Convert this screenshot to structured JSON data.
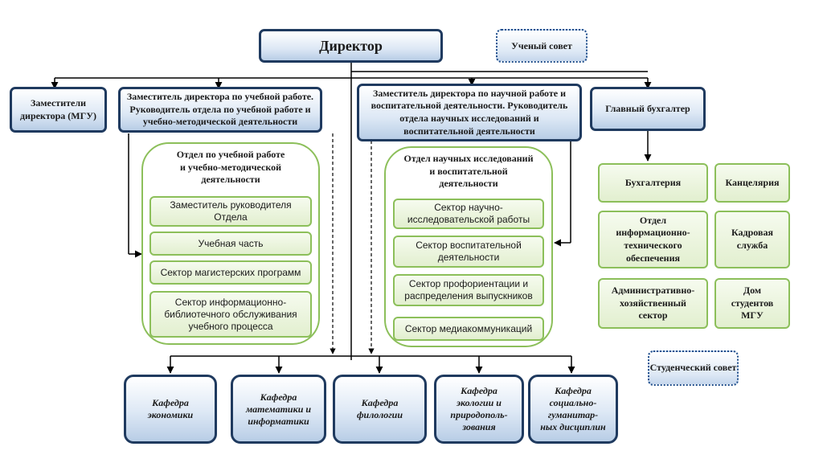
{
  "director": "Директор",
  "academic_council": "Ученый совет",
  "student_council": "Студенческий совет",
  "deputies": {
    "msu": "Заместители директора (МГУ)",
    "academic": "Заместитель директора по учебной работе. Руководитель отдела по учебной работе и учебно-методической деятельности",
    "research": "Заместитель директора по научной работе и воспитательной деятельности. Руководитель отдела научных исследований и воспитательной деятельности",
    "accountant": "Главный бухгалтер"
  },
  "academic_dept": {
    "title": "Отдел по учебной работе\nи учебно-методической\nдеятельности",
    "units": [
      "Заместитель руководителя\nОтдела",
      "Учебная часть",
      "Сектор магистерских программ",
      "Сектор информационно-\nбиблиотечного обслуживания\nучебного процесса"
    ]
  },
  "research_dept": {
    "title": "Отдел научных исследований\nи воспитательной\nдеятельности",
    "units": [
      "Сектор научно-\nисследовательской работы",
      "Сектор воспитательной\nдеятельности",
      "Сектор профориентации и\nраспределения выпускников",
      "Сектор медиакоммуникаций"
    ]
  },
  "services": [
    "Бухгалтерия",
    "Канцелярия",
    "Отдел\nинформационно-\nтехнического\nобеспечения",
    "Кадровая\nслужба",
    "Административно-\nхозяйственный\nсектор",
    "Дом\nстудентов\nМГУ"
  ],
  "departments": [
    "Кафедра\nэкономики",
    "Кафедра\nматематики и\nинформатики",
    "Кафедра\nфилологии",
    "Кафедра\nэкологии и\nприродополь-\nзования",
    "Кафедра\nсоциально-\nгуманитар-\nных дисциплин"
  ]
}
